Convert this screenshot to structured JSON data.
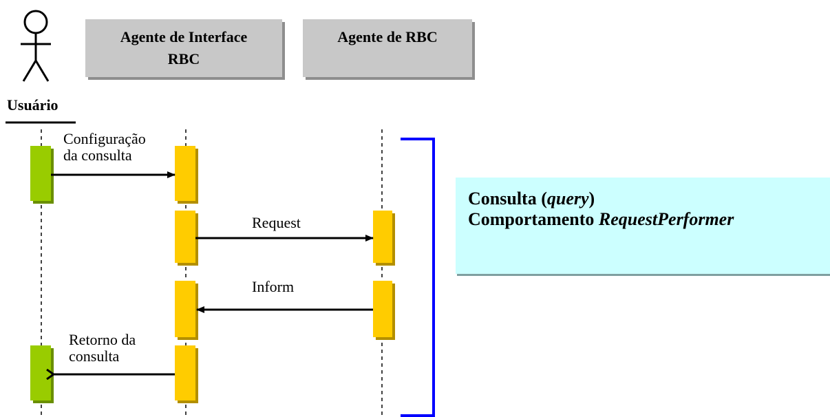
{
  "actor": {
    "name": "Usuário"
  },
  "agents": [
    {
      "name": "Agente de Interface\nRBC"
    },
    {
      "name": "Agente de RBC"
    }
  ],
  "messages": [
    {
      "label": "Configuração\nda consulta"
    },
    {
      "label": "Request"
    },
    {
      "label": "Inform"
    },
    {
      "label": "Retorno da\nconsulta"
    }
  ],
  "note": {
    "line1_prefix": "Consulta (",
    "line1_italic": "query",
    "line1_suffix": ")",
    "line2_prefix": "Comportamento ",
    "line2_italic": "RequestPerformer"
  },
  "colors": {
    "actor_activation": "#99cc00",
    "agent_activation": "#ffcc00",
    "bracket": "#0000ff",
    "note_bg": "#ccffff",
    "agent_box": "#c8c8c8"
  }
}
